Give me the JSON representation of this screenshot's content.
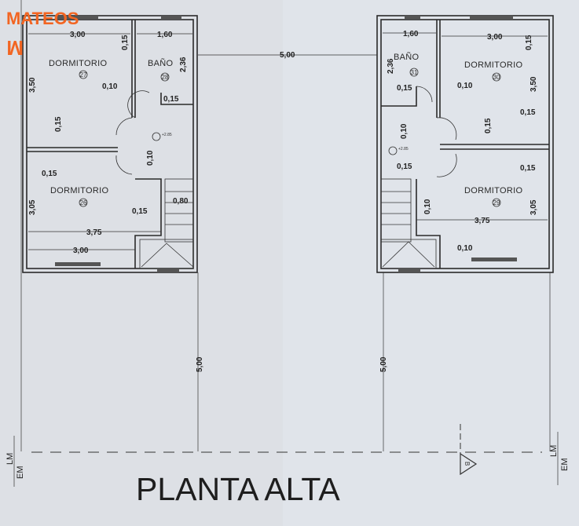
{
  "logo": {
    "text": "MATEOS",
    "mark": "M",
    "color": "#f26522"
  },
  "title": "PLANTA ALTA",
  "level_marker": "+2.85",
  "section_marker": "B",
  "line_labels": {
    "lm": "LM",
    "em": "EM"
  },
  "between_units": "5,00",
  "yard_depth": "5,00",
  "left_unit": {
    "rooms": [
      {
        "name": "DORMITORIO",
        "number": "27"
      },
      {
        "name": "BAÑO",
        "number": "28"
      },
      {
        "name": "DORMITORIO",
        "number": "26"
      }
    ],
    "dims": [
      "3,00",
      "0,15",
      "1,60",
      "2,36",
      "3,50",
      "0,10",
      "0,15",
      "0,15",
      "0,10",
      "0,15",
      "3,05",
      "0,15",
      "0,80",
      "3,75",
      "3,00"
    ]
  },
  "right_unit": {
    "rooms": [
      {
        "name": "BAÑO",
        "number": "31"
      },
      {
        "name": "DORMITORIO",
        "number": "30"
      },
      {
        "name": "DORMITORIO",
        "number": "29"
      }
    ],
    "dims": [
      "1,60",
      "3,00",
      "0,15",
      "2,36",
      "0,15",
      "0,10",
      "3,50",
      "0,15",
      "0,10",
      "0,15",
      "0,15",
      "0,15",
      "0,10",
      "3,05",
      "3,75",
      "0,10"
    ]
  }
}
